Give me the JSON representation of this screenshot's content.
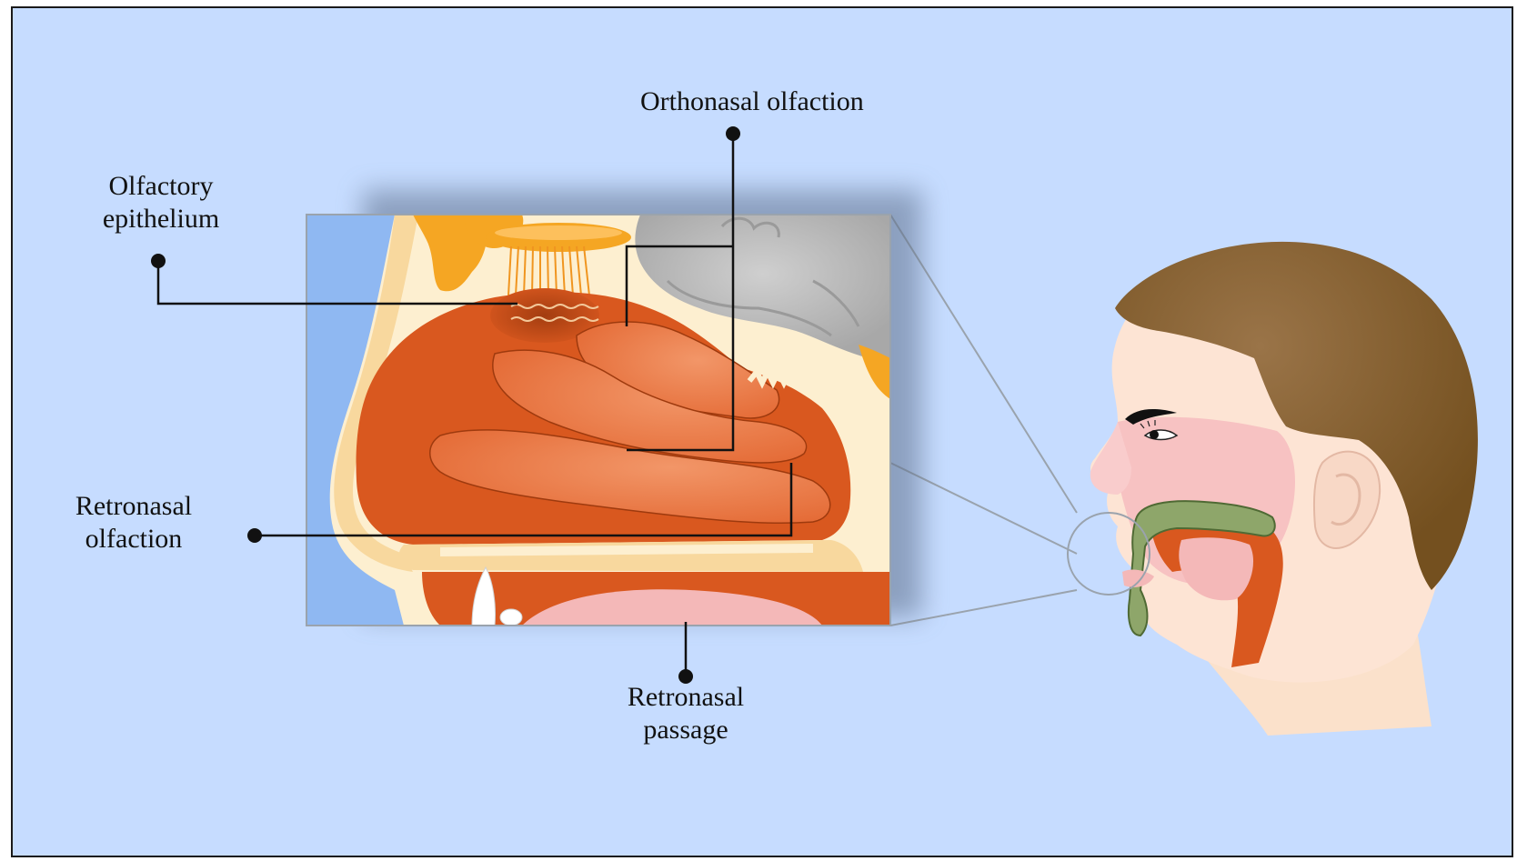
{
  "labels": {
    "orthonasal": "Orthonasal olfaction",
    "olfactory_epithelium": [
      "Olfactory",
      "epithelium"
    ],
    "retronasal_olfaction": [
      "Retronasal",
      "olfaction"
    ],
    "retronasal_passage": [
      "Retronasal",
      "passage"
    ]
  },
  "colors": {
    "background": "#c6dcff",
    "mucosa": "#d9581f",
    "turbinate": "#ea8550",
    "bone": "#f8d89e",
    "bone_light": "#fdefd0",
    "orange_bone": "#f5a623",
    "brain_gray": "#bcbcbc",
    "air_blue": "#8fb8f2",
    "skin": "#fde4d4",
    "skin_pink": "#f7c2c2",
    "hair": "#7a5228",
    "green_palate": "#8ea66a",
    "leader_line": "#111111"
  }
}
